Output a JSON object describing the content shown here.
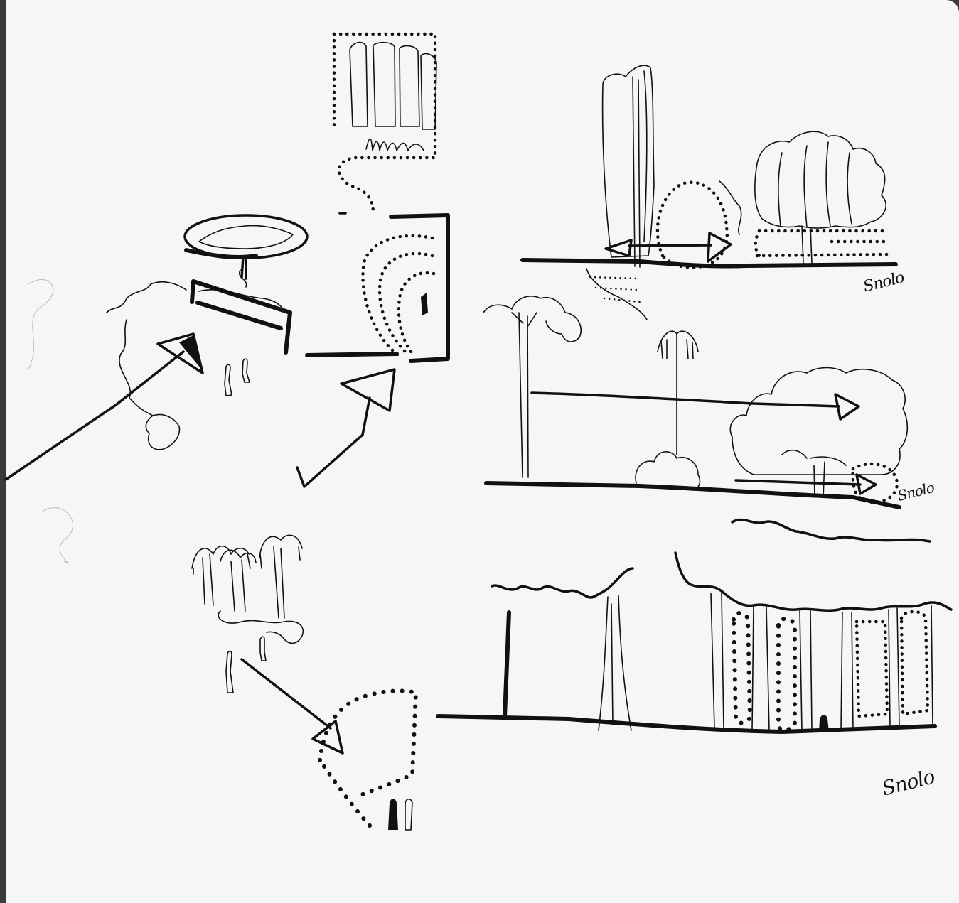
{
  "signatures": [
    {
      "text": "Snolo"
    },
    {
      "text": "Snolo"
    },
    {
      "text": "Snolo"
    }
  ],
  "colors": {
    "ink": "#111111",
    "paper": "#f6f6f6",
    "background": "#3a3a3a"
  }
}
